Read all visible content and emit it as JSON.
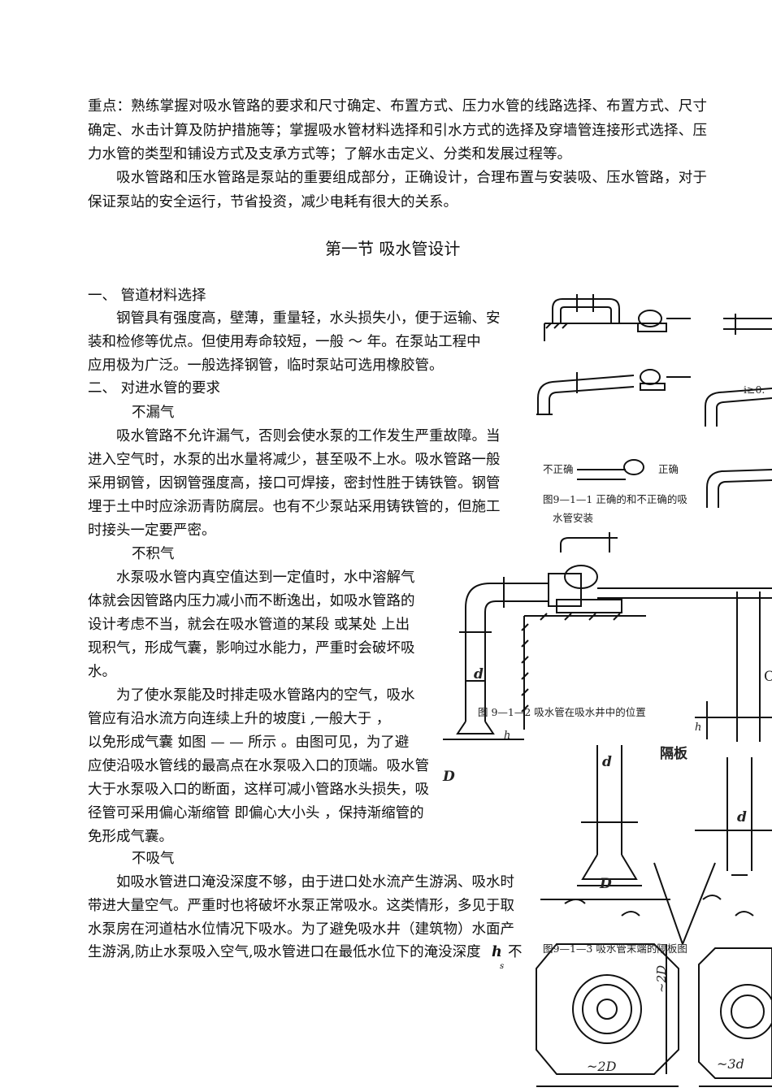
{
  "intro": {
    "key_points": "重点：熟练掌握对吸水管路的要求和尺寸确定、布置方式、压力水管的线路选择、布置方式、尺寸确定、水击计算及防护措施等；掌握吸水管材料选择和引水方式的选择及穿墙管连接形式选择、压力水管的类型和铺设方式及支承方式等；了解水击定义、分类和发展过程等。",
    "overview": "吸水管路和压水管路是泵站的重要组成部分，正确设计，合理布置与安装吸、压水管路，对于保证泵站的安全运行，节省投资，减少电耗有很大的关系。"
  },
  "section_title": "第一节  吸水管设计",
  "material": {
    "heading": "一、 管道材料选择",
    "lines": [
      "钢管具有强度高，壁薄，重量轻，水头损失小，便于运输、安",
      "装和检修等优点。但使用寿命较短，一般    ～    年。在泵站工程中",
      "应用极为广泛。一般选择钢管，临时泵站可选用橡胶管。"
    ]
  },
  "requirements": {
    "heading": "二、 对进水管的要求",
    "no_leak": {
      "title": "不漏气",
      "lines": [
        "吸水管路不允许漏气，否则会使水泵的工作发生严重故障。当",
        "进入空气时，水泵的出水量将减少，甚至吸不上水。吸水管路一般",
        "采用钢管，因钢管强度高，接口可焊接，密封性胜于铸铁管。钢管",
        "埋于土中时应涂沥青防腐层。也有不少泵站采用铸铁管的，但施工",
        "时接头一定要严密。"
      ]
    },
    "no_air_pocket": {
      "title": "不积气",
      "lines": [
        "水泵吸水管内真空值达到一定值时，水中溶解气",
        "体就会因管路内压力减小而不断逸出，如吸水管路的",
        "设计考虑不当，就会在吸水管道的某段  或某处  上出",
        "现积气，形成气囊，影响过水能力，严重时会破坏吸",
        "水。",
        "为了使水泵能及时排走吸水管路内的空气，吸水",
        "管应有沿水流方向连续上升的坡度i ,一般大于          ，",
        "以免形成气囊  如图   —  —   所示  。由图可见，为了避",
        "应使沿吸水管线的最高点在水泵吸入口的顶端。吸水管",
        "大于水泵吸入口的断面，这样可减小管路水头损失，吸",
        "径管可采用偏心渐缩管  即偏心大小头  ，保持渐缩管的",
        "免形成气囊。"
      ]
    },
    "no_suction_air": {
      "title": "不吸气",
      "lines": [
        "如吸水管进口淹没深度不够，由于进口处水流产生游涡、吸水时",
        "带进大量空气。严重时也将破坏水泵正常吸水。这类情形，多见于取",
        "水泵房在河道枯水位情况下吸水。为了避免吸水井（建筑物）水面产",
        "生游涡,防止水泵吸入空气,吸水管进口在最低水位下的淹没深度"
      ],
      "hs_symbol": "h",
      "hs_sub": "s",
      "tail": "不"
    }
  },
  "figures": {
    "fig1": {
      "label_wrong": "不正确",
      "label_right": "正确",
      "slope_label": "i≥0.",
      "caption_line1": "图9—1—1 正确的和不正确的吸",
      "caption_line2": "水管安装"
    },
    "fig2": {
      "caption": "图 9—1—2 吸水管在吸水井中的位置",
      "label_d": "d",
      "label_h": "h",
      "label_D": "D",
      "label_C": "C"
    },
    "fig3": {
      "caption": "图9—1—3  吸水管末端的隔板图",
      "label_partition": "隔板",
      "label_d": "d",
      "label_D": "D",
      "label_2D_v": "~2D",
      "label_2D_h": "~2D",
      "label_3D": "~3d"
    }
  }
}
